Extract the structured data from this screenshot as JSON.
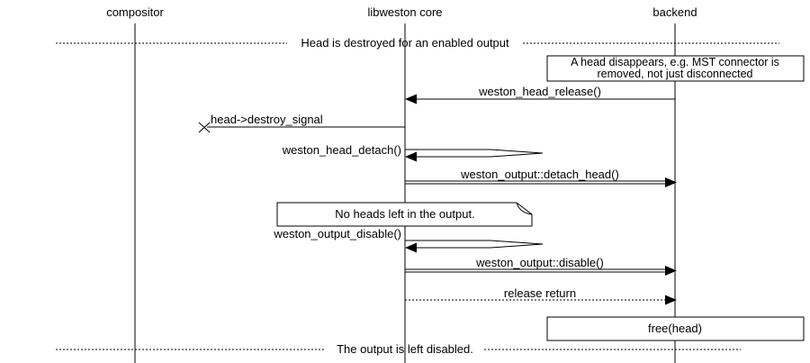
{
  "colors": {
    "foreground": "#000000",
    "background": "#ffffff"
  },
  "entities": [
    {
      "label": "compositor"
    },
    {
      "label": "libweston core"
    },
    {
      "label": "backend"
    }
  ],
  "dividers": [
    {
      "label": "Head is destroyed for an enabled output"
    },
    {
      "label": "The output is left disabled."
    }
  ],
  "notes": {
    "head_disappears": {
      "line1": "A head disappears, e.g. MST connector is",
      "line2": "removed, not just disconnected"
    },
    "no_heads_left": {
      "label": "No heads left in the output."
    },
    "free_head": {
      "label": "free(head)"
    }
  },
  "messages": {
    "head_release": {
      "label": "weston_head_release()"
    },
    "destroy_signal": {
      "label": "head->destroy_signal"
    },
    "head_detach": {
      "label": "weston_head_detach()"
    },
    "detach_head": {
      "label": "weston_output::detach_head()"
    },
    "output_disable": {
      "label": "weston_output_disable()"
    },
    "disable_call": {
      "label": "weston_output::disable()"
    },
    "release_return": {
      "label": "release return"
    }
  }
}
